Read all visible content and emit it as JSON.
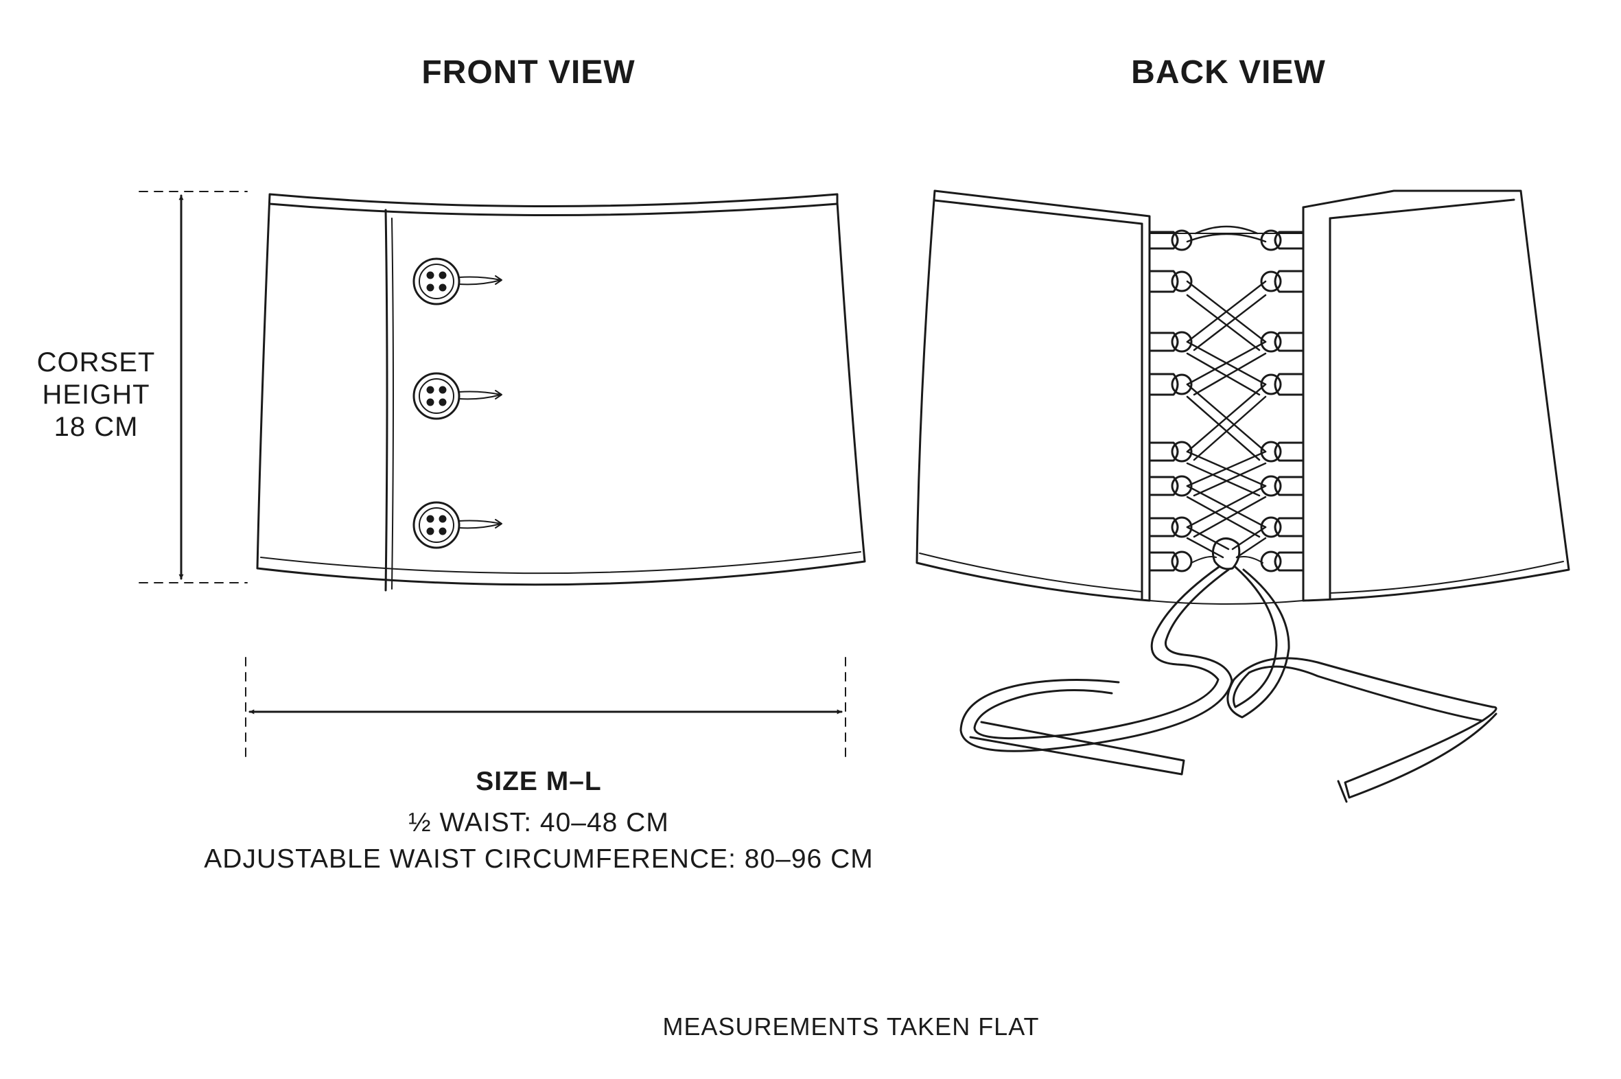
{
  "views": {
    "front_title": "FRONT VIEW",
    "back_title": "BACK VIEW"
  },
  "height_dimension": {
    "label": "CORSET\nHEIGHT\n18 CM"
  },
  "size_info": {
    "size": "SIZE M–L",
    "half_waist": "½ WAIST: 40–48 CM",
    "circumference": "ADJUSTABLE WAIST CIRCUMFERENCE: 80–96 CM"
  },
  "footer": "MEASUREMENTS TAKEN FLAT",
  "colors": {
    "line": "#1a1a1a",
    "background": "#ffffff"
  }
}
